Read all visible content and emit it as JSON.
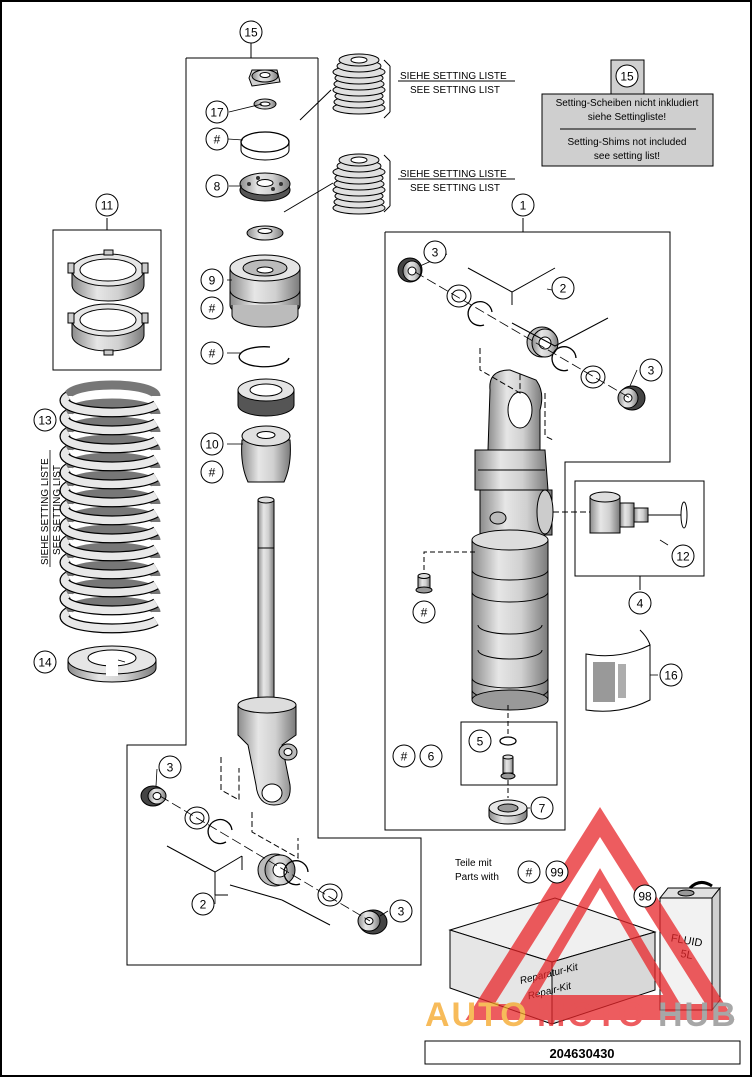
{
  "callouts": {
    "c1": "1",
    "c2a": "2",
    "c2b": "2",
    "c3a": "3",
    "c3b": "3",
    "c3c": "3",
    "c3d": "3",
    "c4": "4",
    "c5": "5",
    "c6": "6",
    "c7": "7",
    "c8": "8",
    "c9": "9",
    "c10": "10",
    "c11": "11",
    "c12": "12",
    "c13": "13",
    "c14": "14",
    "c15": "15",
    "c15note": "15",
    "c16": "16",
    "c17": "17",
    "c98": "98",
    "c99": "99",
    "hash": "#"
  },
  "setting_note": {
    "de_line1": "Setting-Scheiben nicht inkludiert",
    "de_line2": "siehe Settingliste!",
    "en_line1": "Setting-Shims not included",
    "en_line2": "see setting list!"
  },
  "shim_labels": {
    "de": "SIEHE SETTING LISTE",
    "en": "SEE SETTING LIST"
  },
  "spring_labels": {
    "de": "SIEHE SETTING LISTE",
    "en": "SEE SETTING LIST"
  },
  "parts_with": {
    "line1": "Teile mit",
    "line2": "Parts with"
  },
  "repair_kit": {
    "de": "Reparatur-Kit",
    "en": "Repair-Kit"
  },
  "fluid": {
    "line1": "FLUID",
    "line2": "5L"
  },
  "watermark": {
    "part1": "AUTO",
    "part2": "MOTO",
    "part3": "HUB",
    "colors": {
      "orange": "#f5a524",
      "red": "#e8262a",
      "grey": "#8a8a8a"
    }
  },
  "diagram_number": "204630430",
  "colors": {
    "line": "#000000",
    "part_fill": "#d9d9d9",
    "part_dark": "#9a9a9a",
    "note_fill": "#cfcfcf"
  }
}
